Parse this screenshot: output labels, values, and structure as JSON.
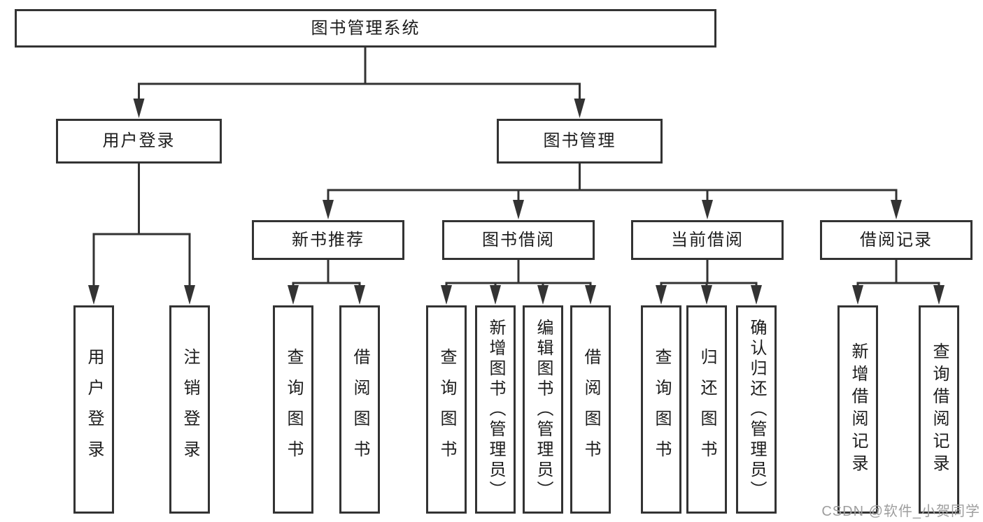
{
  "diagram": {
    "title": "图书管理系统",
    "hierarchy_note": "functional structure chart",
    "nodes": {
      "root": "图书管理系统",
      "user_login": "用户登录",
      "book_mgmt": "图书管理",
      "new_books": "新书推荐",
      "book_borrow": "图书借阅",
      "current_borrow": "当前借阅",
      "borrow_records": "借阅记录",
      "ul_login": "用户登录",
      "ul_logout": "注销登录",
      "nb_query": "查询图书",
      "nb_borrow": "借阅图书",
      "bb_query": "查询图书",
      "bb_add": "新增图书（管理员）",
      "bb_edit": "编辑图书（管理员）",
      "bb_borrow": "借阅图书",
      "cb_query": "查询图书",
      "cb_return": "归还图书",
      "cb_confirm": "确认归还（管理员）",
      "br_add": "新增借阅记录",
      "br_query": "查询借阅记录"
    },
    "edges": [
      [
        "图书管理系统",
        "用户登录"
      ],
      [
        "图书管理系统",
        "图书管理"
      ],
      [
        "用户登录",
        "用户登录"
      ],
      [
        "用户登录",
        "注销登录"
      ],
      [
        "图书管理",
        "新书推荐"
      ],
      [
        "图书管理",
        "图书借阅"
      ],
      [
        "图书管理",
        "当前借阅"
      ],
      [
        "图书管理",
        "借阅记录"
      ],
      [
        "新书推荐",
        "查询图书"
      ],
      [
        "新书推荐",
        "借阅图书"
      ],
      [
        "图书借阅",
        "查询图书"
      ],
      [
        "图书借阅",
        "新增图书（管理员）"
      ],
      [
        "图书借阅",
        "编辑图书（管理员）"
      ],
      [
        "图书借阅",
        "借阅图书"
      ],
      [
        "当前借阅",
        "查询图书"
      ],
      [
        "当前借阅",
        "归还图书"
      ],
      [
        "当前借阅",
        "确认归还（管理员）"
      ],
      [
        "借阅记录",
        "新增借阅记录"
      ],
      [
        "借阅记录",
        "查询借阅记录"
      ]
    ],
    "colors": {
      "line": "#333333",
      "text": "#1c1c1c",
      "box_background": "#ffffff",
      "watermark": "#9e9e9e"
    }
  },
  "watermark": "CSDN @软件_小贺同学"
}
